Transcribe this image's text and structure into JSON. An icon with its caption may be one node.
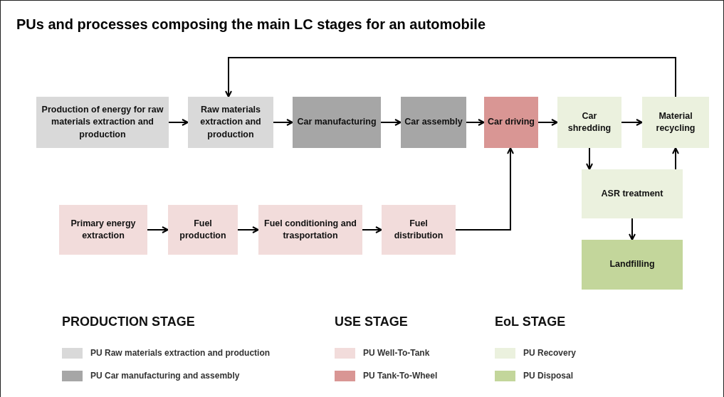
{
  "diagram": {
    "title": "PUs and processes composing the main LC stages for an automobile",
    "nodes": [
      {
        "text": [
          "Production of energy for raw materials extraction and production"
        ]
      },
      {
        "text": [
          "Raw materials extraction and production"
        ]
      },
      {
        "text": [
          "Car manufacturing"
        ]
      },
      {
        "text": [
          "Car assembly"
        ]
      },
      {
        "text": [
          "Car driving"
        ]
      },
      {
        "text": [
          "Car shredding"
        ]
      },
      {
        "text": [
          "Material recycling"
        ]
      },
      {
        "text": [
          "Primary energy extraction"
        ]
      },
      {
        "text": [
          "Fuel production"
        ]
      },
      {
        "text": [
          "Fuel conditioning and trasportation"
        ]
      },
      {
        "text": [
          "Fuel distribution"
        ]
      },
      {
        "text": [
          "ASR treatment"
        ]
      },
      {
        "text": [
          "Landfilling"
        ]
      }
    ],
    "edges": [
      {
        "from": 0,
        "to": 1,
        "arrow": "to"
      },
      {
        "from": 1,
        "to": 2,
        "arrow": "to"
      },
      {
        "from": 2,
        "to": 3,
        "arrow": "to"
      },
      {
        "from": 3,
        "to": 4,
        "arrow": "to"
      },
      {
        "from": 4,
        "to": 5,
        "arrow": "to"
      },
      {
        "from": 5,
        "to": 6,
        "arrow": "to"
      },
      {
        "from": 6,
        "to": 1,
        "arrow": "to"
      },
      {
        "from": 7,
        "to": 8,
        "arrow": "to"
      },
      {
        "from": 8,
        "to": 9,
        "arrow": "to"
      },
      {
        "from": 9,
        "to": 10,
        "arrow": "to"
      },
      {
        "from": 10,
        "to": 4,
        "arrow": "to"
      },
      {
        "from": 5,
        "to": 11,
        "arrow": "to"
      },
      {
        "from": 11,
        "to": 6,
        "arrow": "to"
      },
      {
        "from": 11,
        "to": 12,
        "arrow": "to"
      }
    ],
    "labels": [
      "PRODUCTION STAGE",
      "USE STAGE",
      "EoL STAGE"
    ],
    "legend": [
      {
        "text": "PU Raw materials extraction and production",
        "color": "#d9d9d9"
      },
      {
        "text": "PU Car manufacturing and assembly",
        "color": "#a6a6a6"
      },
      {
        "text": "PU Well-To-Tank",
        "color": "#f2dcdb"
      },
      {
        "text": "PU Tank-To-Wheel",
        "color": "#d99694"
      },
      {
        "text": "PU Recovery",
        "color": "#ebf1de"
      },
      {
        "text": "PU Disposal",
        "color": "#c3d69b"
      }
    ]
  }
}
